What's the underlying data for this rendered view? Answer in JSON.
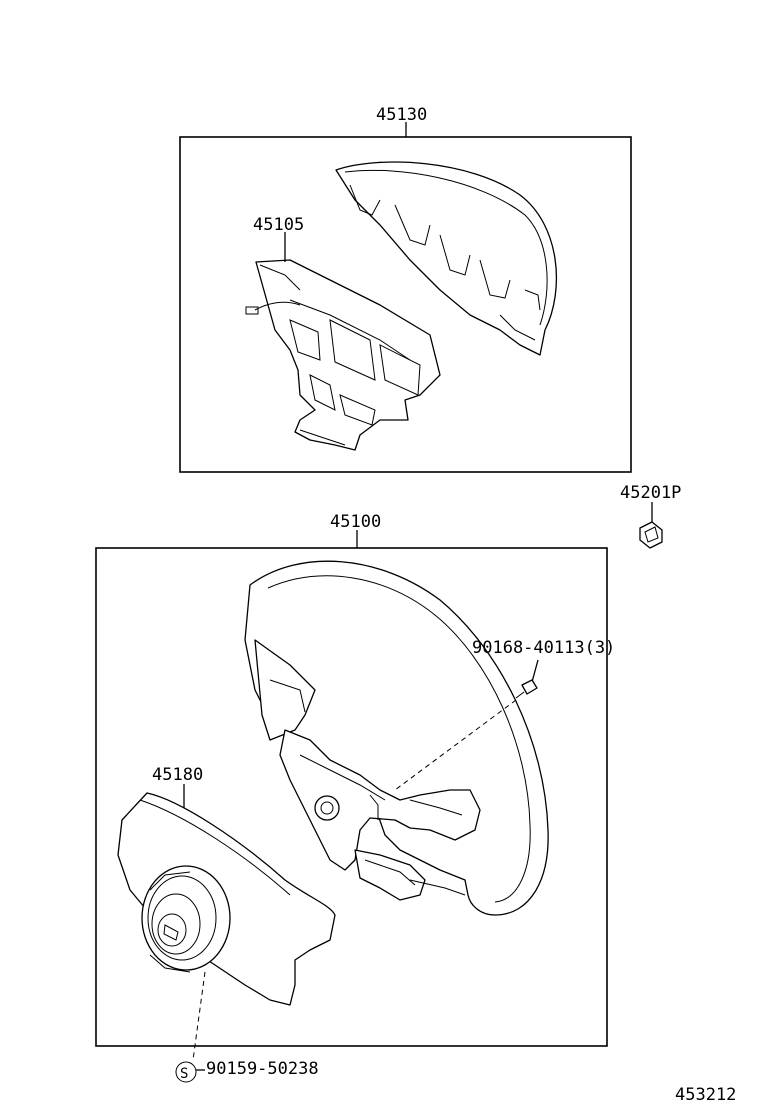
{
  "part_labels": {
    "horn_pad_assy": "45130",
    "horn_pad_sub": "45105",
    "nut": "45201P",
    "steering_wheel": "45100",
    "screw": "90168-40113(3)",
    "cover": "45180",
    "screw_s": "90159-50238",
    "s_mark": "S"
  },
  "diagram_id": "453212"
}
